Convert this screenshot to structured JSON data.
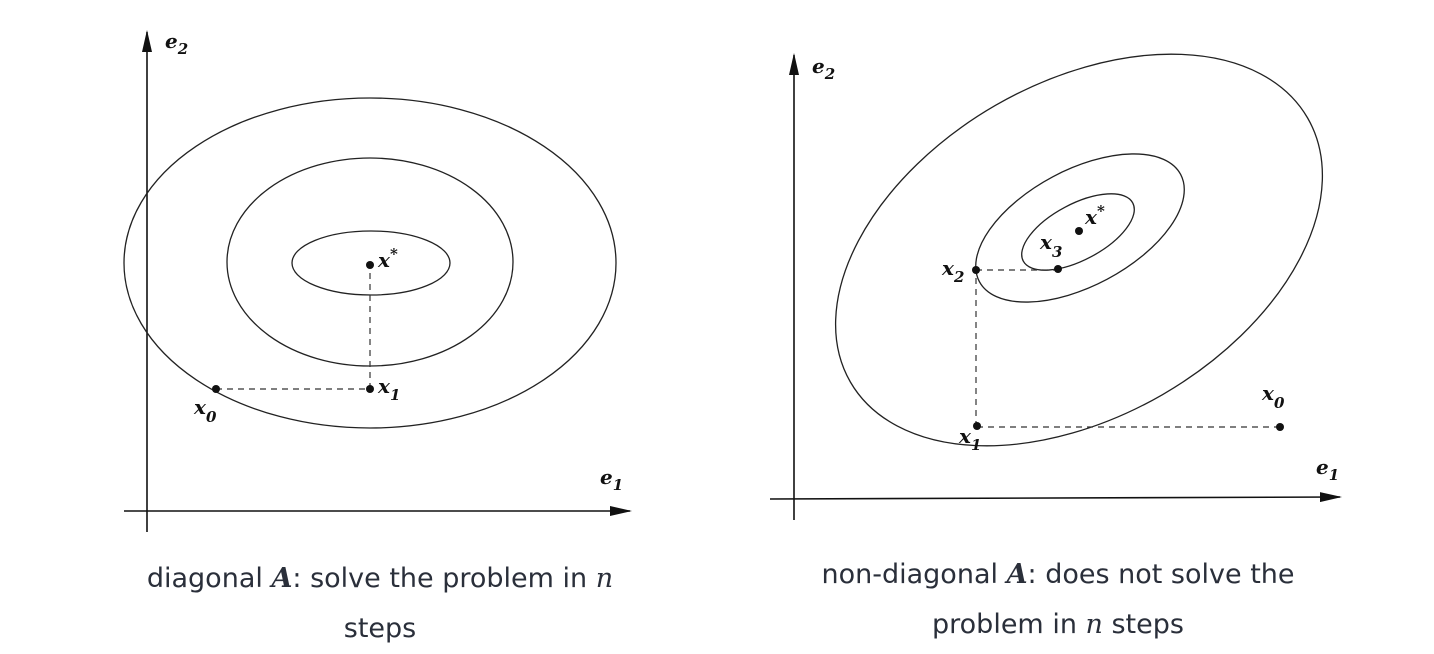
{
  "left_diagram": {
    "axis_x": {
      "base": "e",
      "sub": "1"
    },
    "axis_y": {
      "base": "e",
      "sub": "2"
    },
    "points": {
      "x0": {
        "base": "x",
        "sub": "0"
      },
      "x1": {
        "base": "x",
        "sub": "1"
      },
      "xstar": {
        "base": "x",
        "sup": "*"
      }
    },
    "caption": {
      "pre": "diagonal ",
      "var": "A",
      "mid": ": solve the problem in ",
      "n": "n",
      "post": "steps"
    }
  },
  "right_diagram": {
    "axis_x": {
      "base": "e",
      "sub": "1"
    },
    "axis_y": {
      "base": "e",
      "sub": "2"
    },
    "points": {
      "x0": {
        "base": "x",
        "sub": "0"
      },
      "x1": {
        "base": "x",
        "sub": "1"
      },
      "x2": {
        "base": "x",
        "sub": "2"
      },
      "x3": {
        "base": "x",
        "sub": "3"
      },
      "xstar": {
        "base": "x",
        "sup": "*"
      }
    },
    "caption": {
      "pre": "non-diagonal ",
      "var": "A",
      "mid": ": does not solve the",
      "pre2": "problem in ",
      "n": "n",
      "post": " steps"
    }
  }
}
